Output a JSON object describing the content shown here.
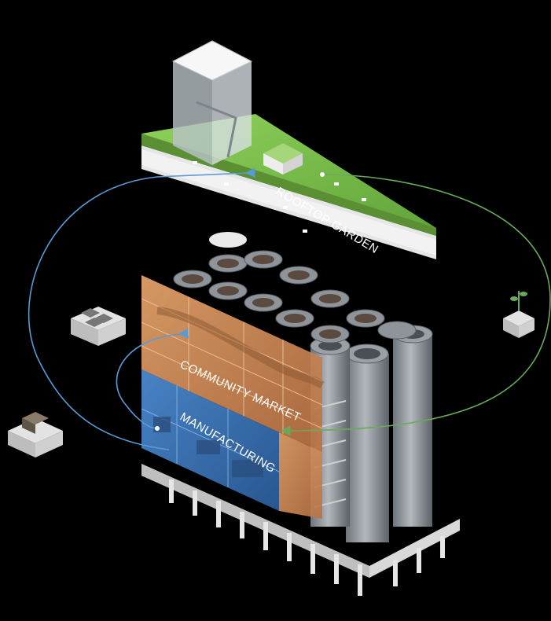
{
  "labels": {
    "rooftop": "ROOFTOP GARDEN",
    "market": "COMMUNITY MARKET",
    "manufacturing": "MANUFACTURING"
  },
  "colors": {
    "background": "#000000",
    "garden_green": "#7cc04a",
    "market_orange": "#d9925a",
    "manufacturing_blue": "#3f7fc8",
    "flow_blue": "#5b9bd5",
    "flow_green": "#6aaa5a",
    "silo_grey": "#8e949a"
  },
  "icons": [
    "packages-icon",
    "plant-icon",
    "vehicle-icon"
  ]
}
